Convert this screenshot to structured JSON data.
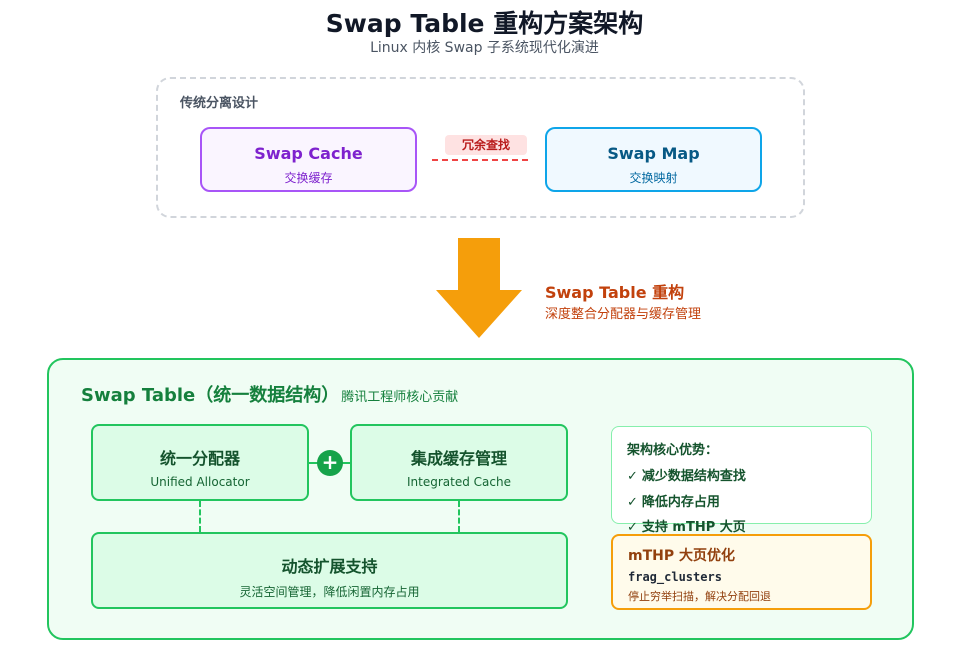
{
  "header": {
    "title": "Swap Table 重构方案架构",
    "subtitle": "Linux 内核 Swap 子系统现代化演进"
  },
  "legacy": {
    "label": "传统分离设计",
    "swap_cache": {
      "title": "Swap Cache",
      "sub": "交换缓存"
    },
    "swap_map": {
      "title": "Swap Map",
      "sub": "交换映射"
    },
    "link_label": "冗余查找"
  },
  "transition": {
    "title": "Swap Table 重构",
    "sub": "深度整合分配器与缓存管理",
    "color": "#f59e0b"
  },
  "main": {
    "title": "Swap Table（统一数据结构）",
    "credit": "腾讯工程师核心贡献",
    "allocator": {
      "title": "统一分配器",
      "sub": "Unified Allocator"
    },
    "plus": "+",
    "integrated_cache": {
      "title": "集成缓存管理",
      "sub": "Integrated Cache"
    },
    "dynamic": {
      "title": "动态扩展支持",
      "sub": "灵活空间管理，降低闲置内存占用"
    }
  },
  "advantages": {
    "title": "架构核心优势：",
    "check_icon": "check-icon",
    "check": "✓",
    "items": [
      "减少数据结构查找",
      "降低内存占用",
      "支持 mTHP 大页"
    ]
  },
  "mthp": {
    "title": "mTHP 大页优化",
    "code": "frag_clusters",
    "sub": "停止穷举扫描，解决分配回退"
  },
  "colors": {
    "purple": "#a855f7",
    "blue": "#0ea5e9",
    "green": "#22c55e",
    "orange": "#f59e0b",
    "red": "#ef4444"
  }
}
